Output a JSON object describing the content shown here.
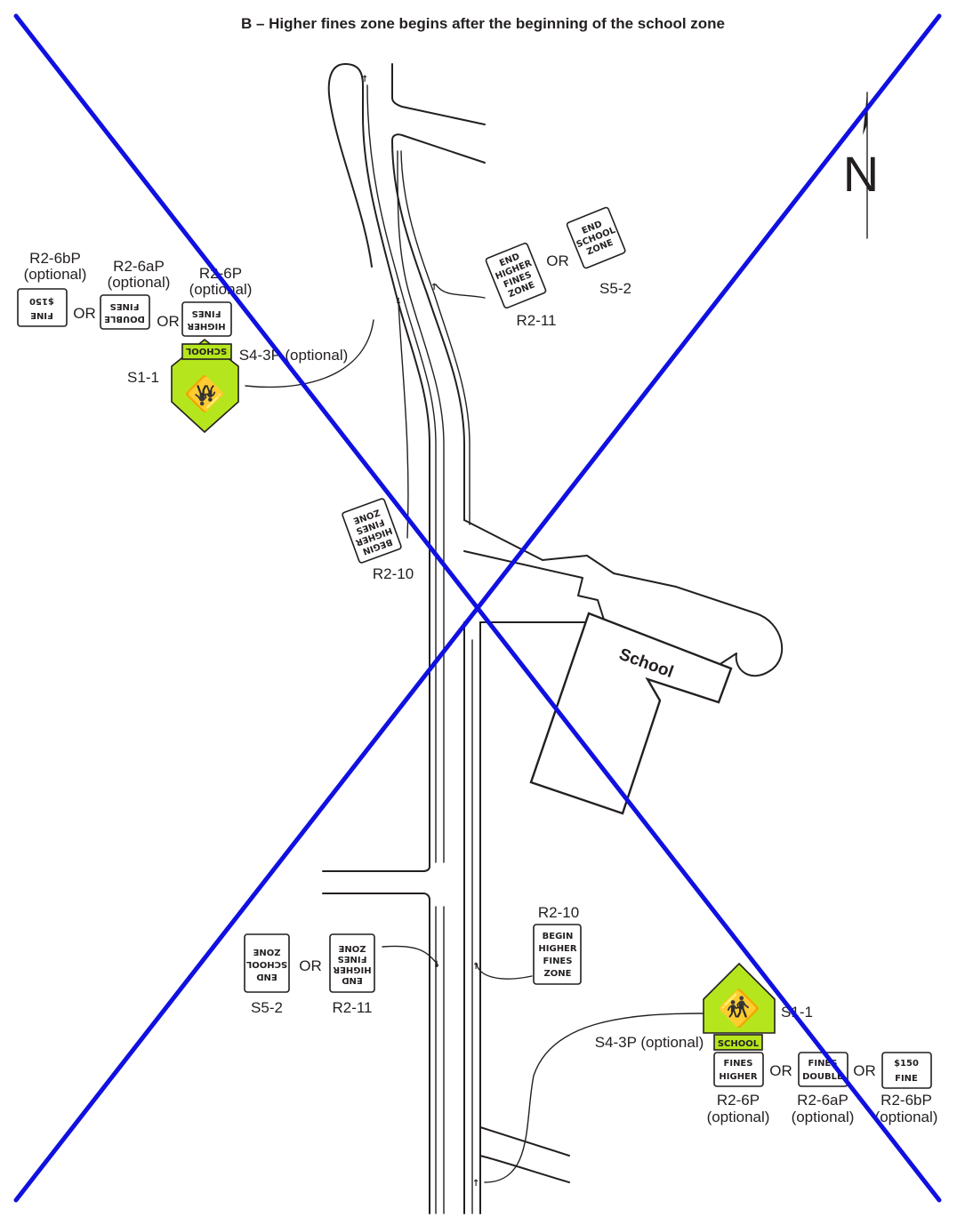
{
  "title": "B – Higher fines zone begins after the beginning of the school zone",
  "north_label": "N",
  "building_label": "School",
  "or_label": "OR",
  "colors": {
    "cross": "#1010e0",
    "sign_yellow_green": "#b5e61d",
    "ink": "#231f20"
  },
  "northbound": {
    "assembly_code": "S1-1",
    "plaque_code": "S4-3P (optional)",
    "plaque_text": "SCHOOL",
    "options": [
      {
        "code": "R2-6P",
        "note": "(optional)",
        "line1": "FINES",
        "line2": "HIGHER"
      },
      {
        "code": "R2-6aP",
        "note": "(optional)",
        "line1": "FINES",
        "line2": "DOUBLE"
      },
      {
        "code": "R2-6bP",
        "note": "(optional)",
        "line1": "$150",
        "line2": "FINE"
      }
    ],
    "begin_code": "R2-10",
    "begin_lines": [
      "BEGIN",
      "HIGHER",
      "FINES",
      "ZONE"
    ],
    "end_fines_code": "R2-11",
    "end_fines_lines": [
      "END",
      "HIGHER",
      "FINES",
      "ZONE"
    ],
    "end_school_code": "S5-2",
    "end_school_lines": [
      "END",
      "SCHOOL",
      "ZONE"
    ]
  },
  "southbound": {
    "assembly_code": "S1-1",
    "plaque_code": "S4-3P (optional)",
    "plaque_text": "SCHOOL",
    "options": [
      {
        "code": "R2-6P",
        "note": "(optional)",
        "line1": "FINES",
        "line2": "HIGHER"
      },
      {
        "code": "R2-6aP",
        "note": "(optional)",
        "line1": "FINES",
        "line2": "DOUBLE"
      },
      {
        "code": "R2-6bP",
        "note": "(optional)",
        "line1": "$150",
        "line2": "FINE"
      }
    ],
    "begin_code": "R2-10",
    "begin_lines": [
      "BEGIN",
      "HIGHER",
      "FINES",
      "ZONE"
    ],
    "end_fines_code": "R2-11",
    "end_fines_lines": [
      "END",
      "HIGHER",
      "FINES",
      "ZONE"
    ],
    "end_school_code": "S5-2",
    "end_school_lines": [
      "END",
      "SCHOOL",
      "ZONE"
    ]
  }
}
